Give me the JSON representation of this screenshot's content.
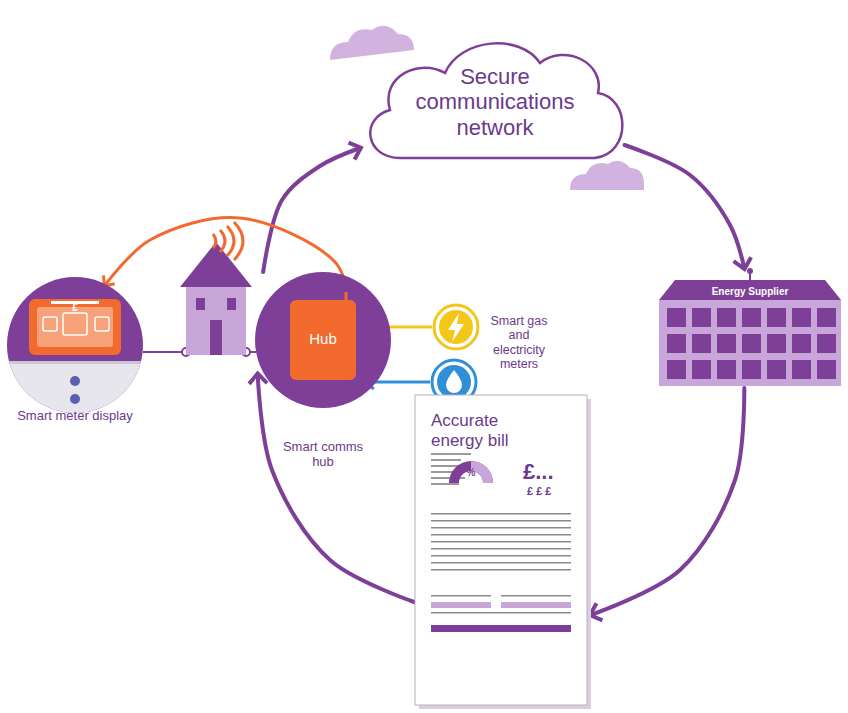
{
  "diagram": {
    "nodes": [
      {
        "text": [
          "Secure communications network"
        ]
      },
      {
        "text": [
          "Energy Supplier"
        ]
      },
      {
        "text": [
          "Accurate energy bill",
          "%",
          "£...",
          "£ £ £"
        ]
      },
      {
        "text": [
          "Smart comms hub"
        ]
      },
      {
        "text": [
          "Hub"
        ],
        "in": 3
      },
      {
        "text": [
          "Smart meter display"
        ]
      }
    ],
    "edges": [
      {
        "from": 3,
        "to": 0,
        "arrow": "to"
      },
      {
        "from": 0,
        "to": 1,
        "arrow": "to"
      },
      {
        "from": 1,
        "to": 2,
        "arrow": "to"
      },
      {
        "from": 2,
        "to": 3,
        "arrow": "to"
      },
      {
        "from": 4,
        "to": 5,
        "arrow": "to"
      }
    ],
    "labels": [
      "Smart gas and electricity meters",
      "£"
    ]
  }
}
